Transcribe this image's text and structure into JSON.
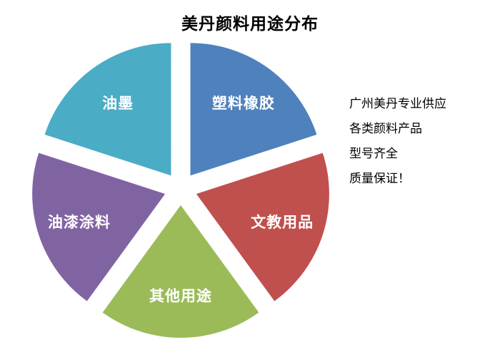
{
  "title": "美丹颜料用途分布",
  "chart_data": {
    "type": "pie",
    "title": "美丹颜料用途分布",
    "categories": [
      "塑料橡胶",
      "文教用品",
      "其他用途",
      "油漆涂料",
      "油墨"
    ],
    "values": [
      20,
      20,
      20,
      20,
      20
    ],
    "colors": [
      "#4f81bd",
      "#c0504d",
      "#9bbb59",
      "#8064a2",
      "#4bacc6"
    ],
    "exploded": true,
    "start_angle_deg": 0,
    "direction": "clockwise",
    "legend": "none",
    "labels_inside": true,
    "label_color": "#ffffff"
  },
  "side_text": {
    "lines": [
      "广州美丹专业供应",
      "各类颜料产品",
      "型号齐全",
      "质量保证！"
    ]
  }
}
